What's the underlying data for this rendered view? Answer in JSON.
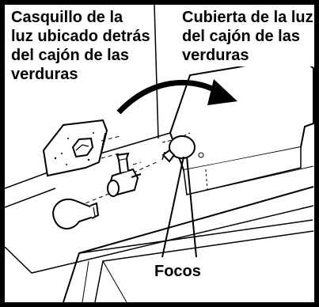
{
  "labels": {
    "socket": {
      "lines": [
        "Casquillo de la",
        "luz ubicado detrás",
        "del cajón de las",
        "verduras"
      ]
    },
    "cover": {
      "lines": [
        "Cubierta de la luz",
        "del cajón de las",
        "verduras"
      ]
    },
    "bulbs": "Focos"
  }
}
